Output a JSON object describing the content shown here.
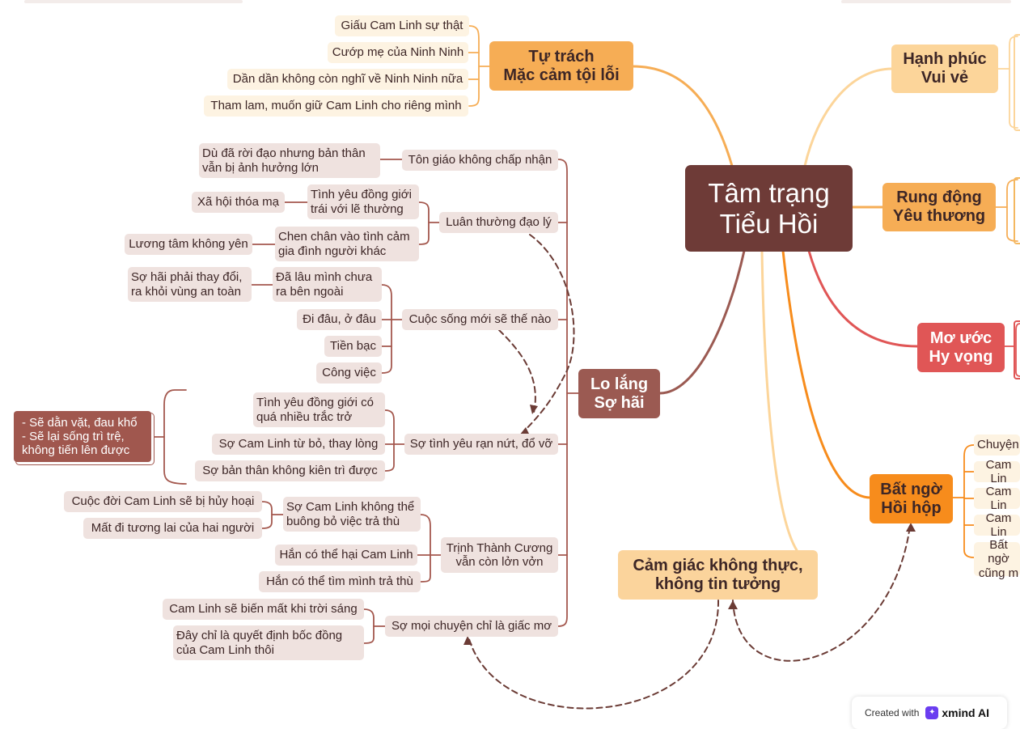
{
  "central": "Tâm trạng\nTiểu Hồi",
  "colors": {
    "central": "#6e3b37",
    "brown": "#9b5a52",
    "brown_line": "#a4584e",
    "orange": "#f6ad55",
    "light_orange": "#fcd59a",
    "peach": "#fbd49c",
    "red": "#e05656",
    "deep_orange": "#f78c1c",
    "leaf_bg": "#efe2df",
    "dash": "#6b3b35"
  },
  "main_topics": {
    "tu_trach": "Tự trách\nMặc cảm tội lỗi",
    "hanh_phuc": "Hạnh phúc\nVui vẻ",
    "rung_dong": "Rung động\nYêu thương",
    "mo_uoc": "Mơ ước\nHy vọng",
    "bat_ngo": "Bất ngờ\nHồi hộp",
    "cam_giac": "Cảm giác không thực,\nkhông tin tưởng",
    "lo_lang": "Lo lắng\nSợ hãi"
  },
  "tu_trach_leaves": [
    "Giấu Cam Linh sự thật",
    "Cướp mẹ của Ninh Ninh",
    "Dần dần không còn nghĩ về Ninh Ninh nữa",
    "Tham lam, muốn giữ Cam Linh cho riêng mình"
  ],
  "bat_ngo_leaves": [
    "Chuyện",
    "Cam Lin",
    "Cam Lin",
    "Cam Lin",
    "Bất ngờ\ncũng m"
  ],
  "lo_lang": {
    "ton_giao": "Tôn giáo không chấp nhận",
    "ton_giao_1": "Dù đã rời đạo nhưng bản thân\nvẫn bị ảnh hưởng lớn",
    "luan_thuong": "Luân thường đạo lý",
    "luan_1": "Tình yêu đồng giới\ntrái với lẽ thường",
    "luan_1_1": "Xã hội thóa mạ",
    "luan_2": "Chen chân vào tình cảm\ngia đình người khác",
    "luan_2_1": "Lương tâm không yên",
    "cuoc_song": "Cuộc sống mới sẽ thế nào",
    "cs_1": "Đã lâu mình chưa\nra bên ngoài",
    "cs_1_1": "Sợ hãi phải thay đổi,\nra khỏi vùng an toàn",
    "cs_2": "Đi đâu, ở đâu",
    "cs_3": "Tiền bạc",
    "cs_4": "Công việc",
    "tinh_yeu": "Sợ tình yêu rạn nứt, đổ vỡ",
    "ty_1": "Tình yêu đồng giới có\nquá nhiều trắc trở",
    "ty_2": "Sợ Cam Linh từ bỏ, thay lòng",
    "ty_3": "Sợ bản thân không kiên trì được",
    "ty_callout": "- Sẽ dằn vặt, đau khổ\n- Sẽ lại sống trì trệ,\nkhông tiến lên được",
    "trinh": "Trịnh Thành Cương\nvẫn còn lởn vởn",
    "tr_1": "Sợ Cam Linh không thể\nbuông bỏ việc trả thù",
    "tr_1_1": "Cuộc đời Cam Linh sẽ bị hủy hoại",
    "tr_1_2": "Mất đi tương lai của hai người",
    "tr_2": "Hắn có thể hại Cam Linh",
    "tr_3": "Hắn có thể tìm mình trả thù",
    "giac_mo": "Sợ mọi chuyện chỉ là giấc mơ",
    "gm_1": "Cam Linh sẽ biến mất khi trời sáng",
    "gm_2": "Đây chỉ là quyết định bốc đồng\ncủa Cam Linh thôi"
  },
  "badge": {
    "created_with": "Created with",
    "brand": "xmind AI"
  }
}
